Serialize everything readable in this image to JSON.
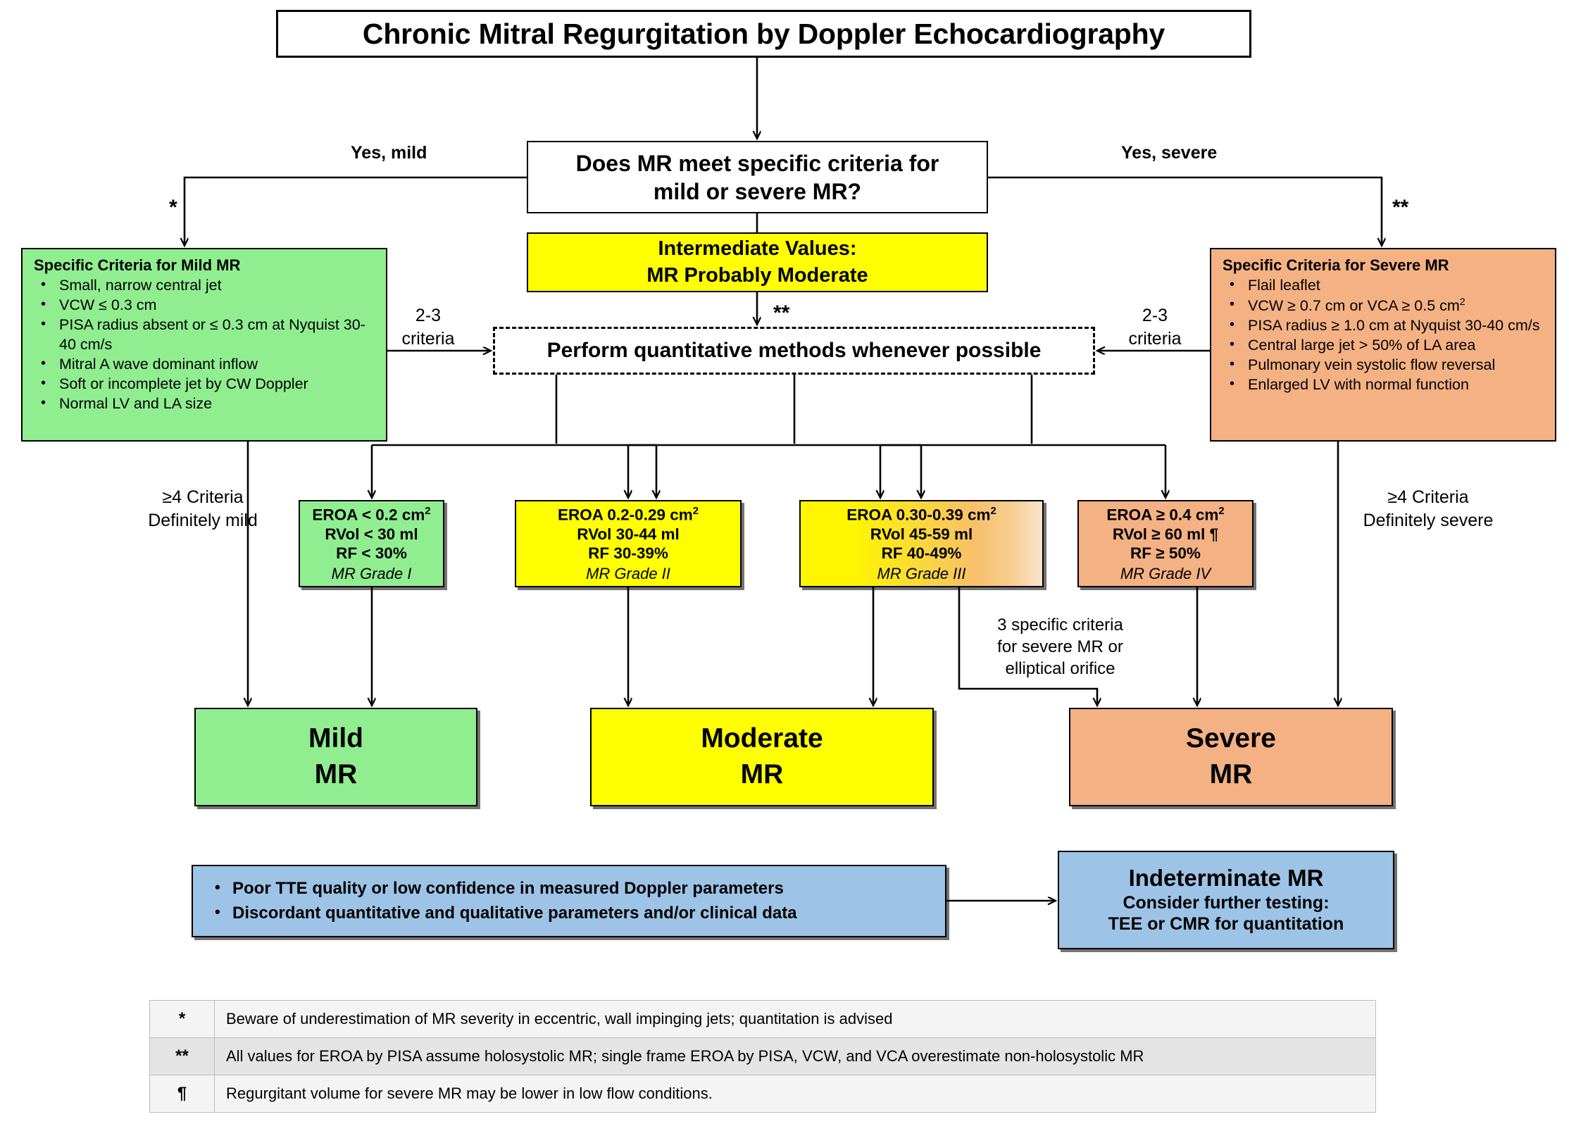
{
  "title": "Chronic Mitral Regurgitation by Doppler Echocardiography",
  "decision": {
    "line1": "Does MR  meet specific criteria for",
    "line2": "mild or severe MR?"
  },
  "intermediate": {
    "line1": "Intermediate Values:",
    "line2": "MR Probably Moderate"
  },
  "quantitative": "Perform quantitative methods  whenever possible",
  "mild_criteria": {
    "heading": "Specific Criteria for Mild MR",
    "items": [
      "Small, narrow central jet",
      "VCW ≤ 0.3 cm",
      "PISA radius absent or  ≤ 0.3 cm at Nyquist 30-40 cm/s",
      "Mitral A wave dominant inflow",
      "Soft or incomplete jet by CW Doppler",
      "Normal LV and LA size"
    ]
  },
  "severe_criteria": {
    "heading": "Specific Criteria for Severe MR",
    "items": [
      "Flail leaflet",
      "VCW  ≥ 0.7 cm or VCA ≥ 0.5 cm2",
      "PISA radius ≥ 1.0 cm at Nyquist 30-40 cm/s",
      "Central large jet > 50% of LA area",
      "Pulmonary vein systolic flow reversal",
      "Enlarged LV with normal function"
    ]
  },
  "grades": [
    {
      "eroa": "EROA < 0.2 cm2",
      "rvol": "RVol < 30 ml",
      "rf": "RF < 30%",
      "grade": "MR Grade I"
    },
    {
      "eroa": "EROA 0.2-0.29 cm2",
      "rvol": "RVol 30-44 ml",
      "rf": "RF 30-39%",
      "grade": "MR Grade II"
    },
    {
      "eroa": "EROA 0.30-0.39 cm2",
      "rvol": "RVol 45-59 ml",
      "rf": "RF 40-49%",
      "grade": "MR Grade III"
    },
    {
      "eroa": "EROA ≥ 0.4 cm2",
      "rvol": "RVol ≥ 60 ml ¶",
      "rf": "RF ≥ 50%",
      "grade": "MR Grade IV"
    }
  ],
  "outcomes": {
    "mild_l1": "Mild",
    "mild_l2": "MR",
    "moderate_l1": "Moderate",
    "moderate_l2": "MR",
    "severe_l1": "Severe",
    "severe_l2": "MR"
  },
  "indeterminate_criteria": [
    "Poor TTE quality or low confidence in measured Doppler parameters",
    "Discordant quantitative and qualitative parameters and/or clinical data"
  ],
  "indeterminate_box": {
    "heading": "Indeterminate MR",
    "sub1": "Consider further testing:",
    "sub2": "TEE or CMR for quantitation"
  },
  "edge_labels": {
    "yes_mild": "Yes, mild",
    "yes_severe": "Yes, severe",
    "star_left": "*",
    "star_right": "**",
    "starstar_mid": "**",
    "criteria_left": "2-3\ncriteria",
    "criteria_right": "2-3\ncriteria",
    "ge4_mild": "≥4 Criteria\nDefinitely mild",
    "ge4_severe": "≥4 Criteria\nDefinitely severe",
    "three_criteria": "3 specific criteria\nfor severe MR or\nelliptical orifice"
  },
  "footnotes": [
    {
      "marker": "*",
      "text": "Beware of underestimation of MR severity in eccentric, wall impinging jets; quantitation is advised"
    },
    {
      "marker": "**",
      "text": "All values for EROA by PISA assume holosystolic MR; single frame EROA by PISA, VCW, and VCA overestimate non-holosystolic MR"
    },
    {
      "marker": "¶",
      "text": "Regurgitant volume for severe MR may be lower in low flow conditions."
    }
  ],
  "colors": {
    "mild_green": "#90EE90",
    "moderate_yellow": "#FFFF00",
    "severe_orange": "#F4B183",
    "indeterminate_blue": "#9DC3E6",
    "line": "#000000"
  }
}
